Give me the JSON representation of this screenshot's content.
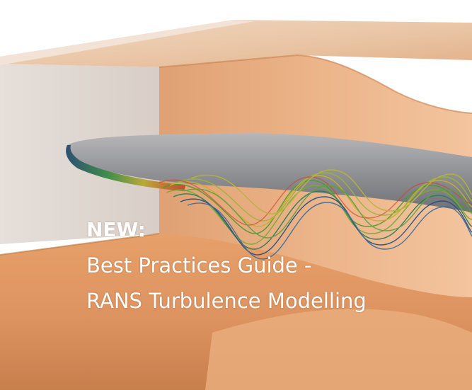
{
  "banner": {
    "tag": "NEW:",
    "title_line_1": "Best Practices Guide -",
    "title_line_2": "RANS Turbulence Modelling"
  },
  "colors": {
    "text": "#ffffff",
    "duct_orange": "#e8a36b",
    "duct_orange_dark": "#c9854e",
    "wall_grey": "#e1d8d2",
    "wing_grey": "#8f8f91",
    "streamline_green": "#4f9a2c",
    "streamline_yellow": "#c2b22a",
    "streamline_red": "#c9362a",
    "streamline_blue": "#2c4f7a"
  },
  "illustration": {
    "subject": "wing-in-duct-cfd-streamlines",
    "icons": [
      "wing-surface",
      "tip-vortex-streamlines",
      "duct-walls"
    ]
  }
}
